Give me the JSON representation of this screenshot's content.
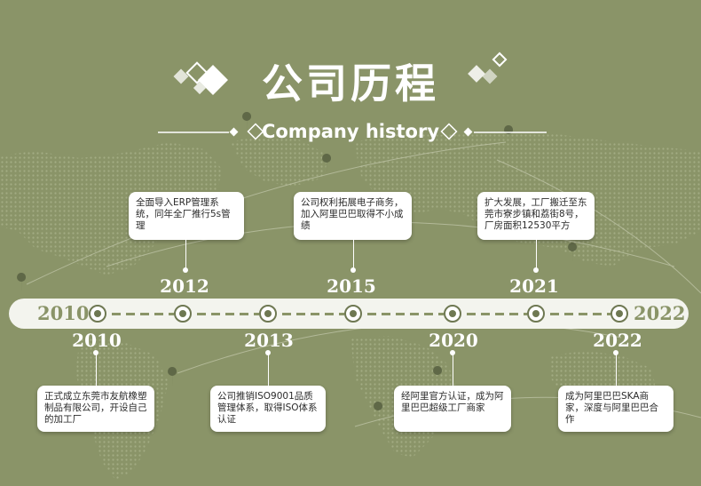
{
  "title": "公司历程",
  "subtitle": "Company history",
  "timeline": {
    "start_year": "2010",
    "end_year": "2022",
    "events": [
      {
        "year": "2010",
        "text": "正式成立东莞市友航橡塑制品有限公司，开设自己的加工厂"
      },
      {
        "year": "2012",
        "text": "全面导入ERP管理系统，同年全厂推行5s管理"
      },
      {
        "year": "2013",
        "text": "公司推销ISO9001品质管理体系，取得ISO体系认证"
      },
      {
        "year": "2015",
        "text": "公司权利拓展电子商务，加入阿里巴巴取得不小成绩"
      },
      {
        "year": "2020",
        "text": "经阿里官方认证，成为阿里巴巴超级工厂商家"
      },
      {
        "year": "2021",
        "text": "扩大发展，工厂搬迁至东莞市寮步镇和荔街8号，厂房面积12530平方"
      },
      {
        "year": "2022",
        "text": "成为阿里巴巴SKA商家，深度与阿里巴巴合作"
      }
    ]
  },
  "colors": {
    "background": "#8a9468",
    "bar": "#f3f4ee",
    "node": "#6e7852",
    "text": "#ffffff"
  }
}
